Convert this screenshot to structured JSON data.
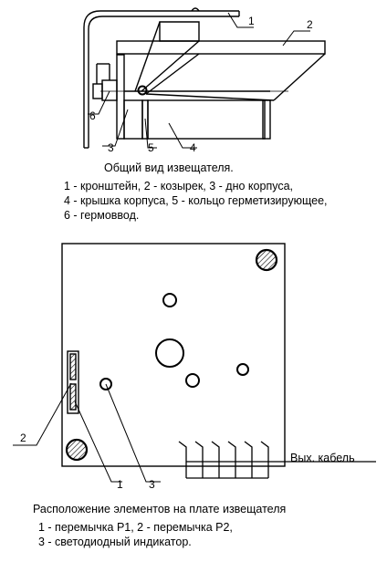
{
  "figure1": {
    "labels": [
      "1",
      "2",
      "3",
      "4",
      "5",
      "6"
    ],
    "caption_title": "Общий вид извещателя.",
    "caption_lines": [
      "1 - кронштейн, 2 - козырек, 3 - дно корпуса,",
      "4 - крышка корпуса, 5 - кольцо герметизирующее,",
      "6 - гермоввод."
    ]
  },
  "figure2": {
    "labels": [
      "1",
      "2",
      "3"
    ],
    "cable_label": "Вых. кабель",
    "caption_title": "Расположение элементов на плате извещателя",
    "caption_lines": [
      "1 - перемычка Р1, 2 - перемычка Р2,",
      "3 - светодиодный индикатор."
    ]
  }
}
